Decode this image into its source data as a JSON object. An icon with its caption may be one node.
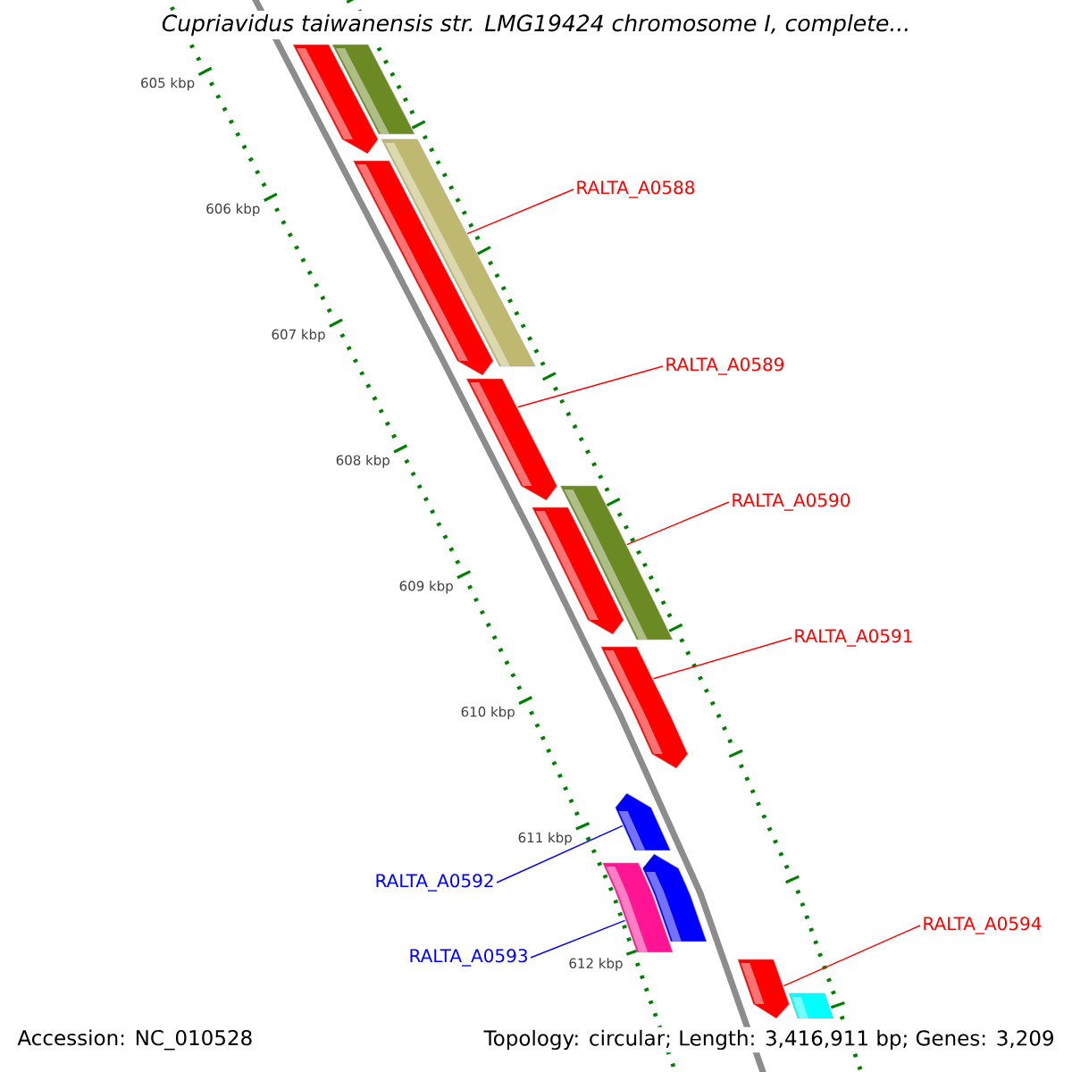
{
  "diagram": {
    "title": "Cupriavidus taiwanensis str. LMG19424 chromosome I, complete...",
    "nodes": [
      {
        "text": [
          "RALTA_A0588"
        ]
      },
      {
        "text": [
          "RALTA_A0589"
        ]
      },
      {
        "text": [
          "RALTA_A0590"
        ]
      },
      {
        "text": [
          "RALTA_A0591"
        ]
      },
      {
        "text": [
          "RALTA_A0592"
        ]
      },
      {
        "text": [
          "RALTA_A0593"
        ]
      },
      {
        "text": [
          "RALTA_A0594"
        ]
      },
      {
        "text": [],
        "shape": "bar"
      },
      {
        "text": [],
        "shape": "bar"
      },
      {
        "text": [],
        "shape": "bar"
      },
      {
        "text": [],
        "shape": "bar"
      },
      {
        "text": [],
        "shape": "bar"
      },
      {
        "text": [],
        "shape": "bar"
      },
      {
        "text": [],
        "shape": "bar"
      },
      {
        "text": [],
        "shape": "bar"
      },
      {
        "text": [],
        "shape": "bar"
      },
      {
        "text": [],
        "shape": "bar"
      },
      {
        "text": [],
        "shape": "bar"
      },
      {
        "text": [],
        "shape": "bar"
      },
      {
        "text": [],
        "shape": "bar"
      }
    ],
    "edges": [
      {
        "from": 0,
        "to": 9,
        "arrow": "none"
      },
      {
        "from": 1,
        "to": 11,
        "arrow": "none"
      },
      {
        "from": 2,
        "to": 12,
        "arrow": "none"
      },
      {
        "from": 3,
        "to": 14,
        "arrow": "none"
      },
      {
        "from": 4,
        "to": 15,
        "arrow": "none",
        "color": "#0000ff"
      },
      {
        "from": 5,
        "to": 17,
        "arrow": "none",
        "color": "#0000ff"
      },
      {
        "from": 6,
        "to": 18,
        "arrow": "none"
      }
    ],
    "labels": [
      "605 kbp",
      "606 kbp",
      "607 kbp",
      "608 kbp",
      "609 kbp",
      "610 kbp",
      "611 kbp",
      "612 kbp",
      "Accession: NC_010528",
      "Topology: circular; Length: 3,416,911 bp; Genes: 3,209"
    ]
  }
}
